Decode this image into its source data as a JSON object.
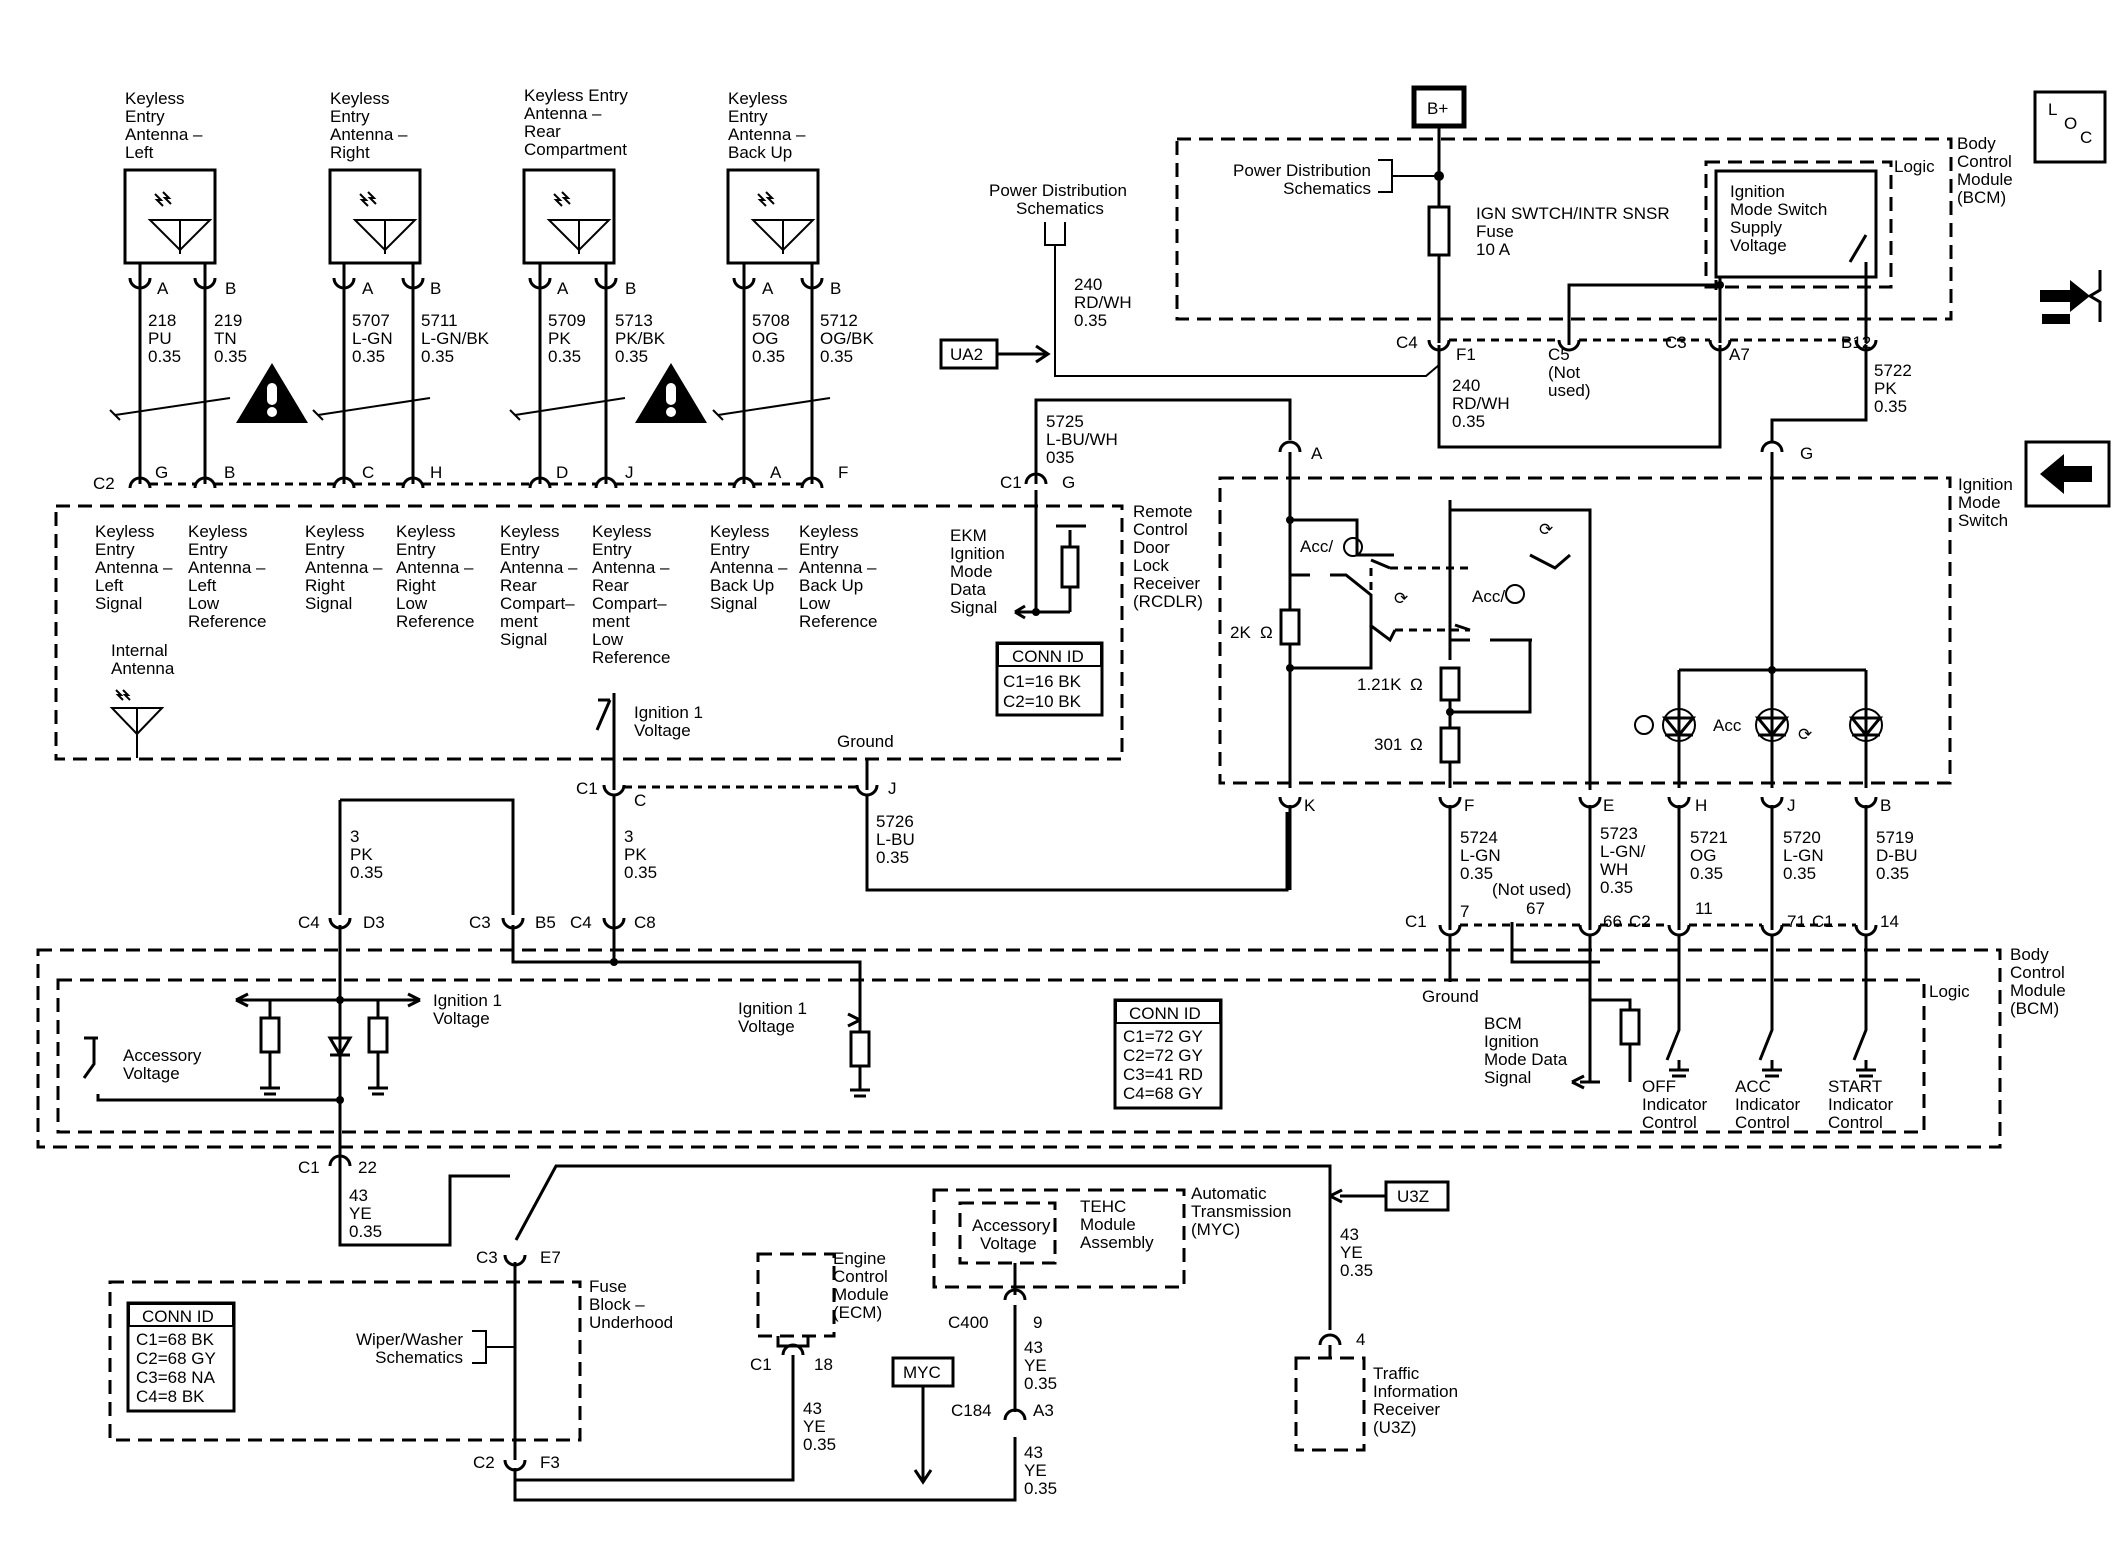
{
  "antennas": [
    {
      "title": [
        "Keyless",
        "Entry",
        "Antenna –",
        "Left"
      ],
      "pins": [
        "A",
        "B"
      ],
      "wires": [
        [
          "218",
          "PU",
          "0.35"
        ],
        [
          "219",
          "TN",
          "0.35"
        ]
      ],
      "c2pins": [
        "G",
        "B"
      ],
      "labels": [
        [
          "Keyless",
          "Entry",
          "Antenna –",
          "Left",
          "Signal"
        ],
        [
          "Keyless",
          "Entry",
          "Antenna –",
          "Left",
          "Low",
          "Reference"
        ]
      ]
    },
    {
      "title": [
        "Keyless",
        "Entry",
        "Antenna –",
        "Right"
      ],
      "pins": [
        "A",
        "B"
      ],
      "wires": [
        [
          "5707",
          "L-GN",
          "0.35"
        ],
        [
          "5711",
          "L-GN/BK",
          "0.35"
        ]
      ],
      "c2pins": [
        "C",
        "H"
      ],
      "labels": [
        [
          "Keyless",
          "Entry",
          "Antenna –",
          "Right",
          "Signal"
        ],
        [
          "Keyless",
          "Entry",
          "Antenna –",
          "Right",
          "Low",
          "Reference"
        ]
      ]
    },
    {
      "title": [
        "Keyless Entry",
        "Antenna –",
        "Rear",
        "Compartment"
      ],
      "pins": [
        "A",
        "B"
      ],
      "wires": [
        [
          "5709",
          "PK",
          "0.35"
        ],
        [
          "5713",
          "PK/BK",
          "0.35"
        ]
      ],
      "c2pins": [
        "D",
        "J"
      ],
      "labels": [
        [
          "Keyless",
          "Entry",
          "Antenna –",
          "Rear",
          "Compart–",
          "ment",
          "Signal"
        ],
        [
          "Keyless",
          "Entry",
          "Antenna –",
          "Rear",
          "Compart–",
          "ment",
          "Low",
          "Reference"
        ]
      ]
    },
    {
      "title": [
        "Keyless",
        "Entry",
        "Antenna –",
        "Back Up"
      ],
      "pins": [
        "A",
        "B"
      ],
      "wires": [
        [
          "5708",
          "OG",
          "0.35"
        ],
        [
          "5712",
          "OG/BK",
          "0.35"
        ]
      ],
      "c2pins": [
        "A",
        "F"
      ],
      "labels": [
        [
          "Keyless",
          "Entry",
          "Antenna –",
          "Back Up",
          "Signal"
        ],
        [
          "Keyless",
          "Entry",
          "Antenna –",
          "Back Up",
          "Low",
          "Reference"
        ]
      ]
    }
  ],
  "rcdlr": {
    "c2": "C2",
    "name": [
      "Remote",
      "Control",
      "Door",
      "Lock",
      "Receiver",
      "(RCDLR)"
    ],
    "internal_antenna": [
      "Internal",
      "Antenna"
    ],
    "ignition": [
      "Ignition 1",
      "Voltage"
    ],
    "ground": "Ground",
    "ekm": [
      "EKM",
      "Ignition",
      "Mode",
      "Data",
      "Signal"
    ],
    "c1": "C1",
    "c1_pin_g": "G",
    "wire_5725": [
      "5725",
      "L-BU/WH",
      "035"
    ],
    "conn_title": "CONN ID",
    "conn": [
      "C1=16 BK",
      "C2=10 BK"
    ],
    "pin_c": "C",
    "pin_j": "J",
    "wire_5726": [
      "5726",
      "L-BU",
      "0.35"
    ]
  },
  "bcm_top": {
    "bplus": "B+",
    "pds1": [
      "Power Distribution",
      "Schematics"
    ],
    "pds2": [
      "Power Distribution",
      "Schematics"
    ],
    "fuse": [
      "IGN SWTCH/INTR SNSR",
      "Fuse",
      "10 A"
    ],
    "logic": "Logic",
    "switch_box": [
      "Ignition",
      "Mode Switch",
      "Supply",
      "Voltage"
    ],
    "name": [
      "Body",
      "Control",
      "Module",
      "(BCM)"
    ],
    "wire240a": [
      "240",
      "RD/WH",
      "0.35"
    ],
    "wire240b": [
      "240",
      "RD/WH",
      "0.35"
    ],
    "ua2": "UA2",
    "c4": "C4",
    "f1": "F1",
    "c5": "C5",
    "c5_note": [
      "(Not",
      "used)"
    ],
    "c3": "C3",
    "a7": "A7",
    "b12": "B12",
    "wire5722": [
      "5722",
      "PK",
      "0.35"
    ]
  },
  "legend": {
    "loc": [
      "L",
      "O",
      "C"
    ]
  },
  "ims": {
    "name": [
      "Ignition",
      "Mode",
      "Switch"
    ],
    "pin_a": "A",
    "pin_g": "G",
    "acc": "Acc/",
    "r2k": "2K",
    "r121": "1.21K",
    "r301": "301",
    "ohm": "Ω",
    "pins_bottom": [
      "K",
      "F",
      "E",
      "H",
      "J",
      "B"
    ],
    "wires": [
      [
        "5724",
        "L-GN",
        "0.35"
      ],
      [
        "5723",
        "L-GN/",
        "WH",
        "0.35"
      ],
      [
        "5721",
        "OG",
        "0.35"
      ],
      [
        "5720",
        "L-GN",
        "0.35"
      ],
      [
        "5719",
        "D-BU",
        "0.35"
      ]
    ],
    "acc_led": "Acc"
  },
  "bcm_bottom": {
    "c4d3": [
      "C4",
      "D3"
    ],
    "c3b5": [
      "C3",
      "B5"
    ],
    "c4c8": [
      "C4",
      "C8"
    ],
    "wire3a": [
      "3",
      "PK",
      "0.35"
    ],
    "wire3b": [
      "3",
      "PK",
      "0.35"
    ],
    "ign1": [
      "Ignition 1",
      "Voltage"
    ],
    "ign1b": [
      "Ignition 1",
      "Voltage"
    ],
    "acc": [
      "Accessory",
      "Voltage"
    ],
    "conn_title": "CONN ID",
    "conn": [
      "C1=72 GY",
      "C2=72 GY",
      "C3=41 RD",
      "C4=68 GY"
    ],
    "logic": "Logic",
    "name": [
      "Body",
      "Control",
      "Module",
      "(BCM)"
    ],
    "c1_7": [
      "C1",
      "7"
    ],
    "not_used": "(Not used)",
    "p67": "67",
    "p66": "66",
    "c2_11": [
      "C2",
      "11"
    ],
    "p71": "71",
    "c1_14": [
      "C1",
      "14"
    ],
    "ground": "Ground",
    "bcm_data": [
      "BCM",
      "Ignition",
      "Mode Data",
      "Signal"
    ],
    "ind": [
      [
        "OFF",
        "Indicator",
        "Control"
      ],
      [
        "ACC",
        "Indicator",
        "Control"
      ],
      [
        "START",
        "Indicator",
        "Control"
      ]
    ]
  },
  "lower": {
    "c1_22": [
      "C1",
      "22"
    ],
    "wire43a": [
      "43",
      "YE",
      "0.35"
    ],
    "c3e7": [
      "C3",
      "E7"
    ],
    "fuse_block": [
      "Fuse",
      "Block –",
      "Underhood"
    ],
    "wiper": [
      "Wiper/Washer",
      "Schematics"
    ],
    "conn_title": "CONN ID",
    "conn": [
      "C1=68 BK",
      "C2=68 GY",
      "C3=68 NA",
      "C4=8 BK"
    ],
    "c2f3": [
      "C2",
      "F3"
    ],
    "ecm": [
      "Engine",
      "Control",
      "Module",
      "(ECM)"
    ],
    "c1_18": [
      "C1",
      "18"
    ],
    "wire43b": [
      "43",
      "YE",
      "0.35"
    ],
    "acc": [
      "Accessory",
      "Voltage"
    ],
    "tehc": [
      "TEHC",
      "Module",
      "Assembly"
    ],
    "trans": [
      "Automatic",
      "Transmission",
      "(MYC)"
    ],
    "c400": [
      "C400",
      "9"
    ],
    "wire43c": [
      "43",
      "YE",
      "0.35"
    ],
    "myc": "MYC",
    "c184": [
      "C184",
      "A3"
    ],
    "wire43d": [
      "43",
      "YE",
      "0.35"
    ],
    "u3z": "U3Z",
    "wire43e": [
      "43",
      "YE",
      "0.35"
    ],
    "pin4": "4",
    "tir": [
      "Traffic",
      "Information",
      "Receiver",
      "(U3Z)"
    ]
  }
}
